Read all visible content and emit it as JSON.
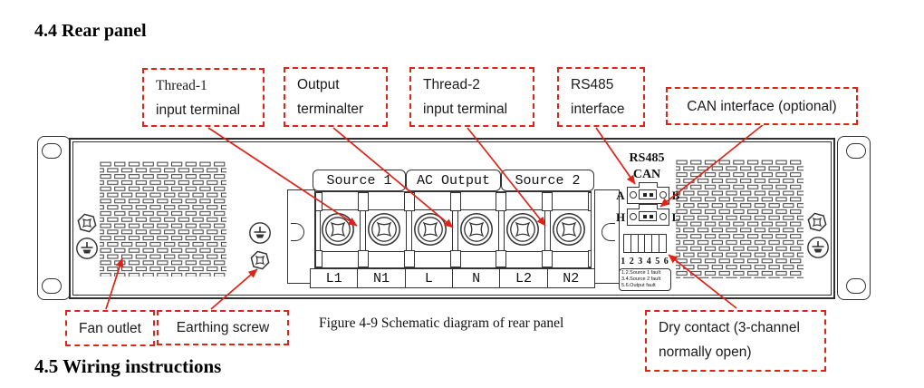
{
  "page": {
    "heading_top": "4.4 Rear panel",
    "heading_bottom": "4.5 Wiring instructions",
    "figure_caption": "Figure 4-9 Schematic diagram of rear panel"
  },
  "callouts": {
    "thread1": {
      "line1": "Thread-1",
      "line2": "input terminal"
    },
    "output": {
      "line1": "Output",
      "line2": "terminalter"
    },
    "thread2": {
      "line1": "Thread-2",
      "line2": "input terminal"
    },
    "rs485": {
      "line1": "RS485",
      "line2": "interface"
    },
    "can": {
      "label": "CAN interface (optional)"
    },
    "fan": {
      "label": "Fan outlet"
    },
    "earthing": {
      "label": "Earthing screw"
    },
    "dry_contact": {
      "line1": "Dry contact (3-channel",
      "line2": "normally open)"
    }
  },
  "panel": {
    "terminal_groups": [
      "Source 1",
      "AC Output",
      "Source 2"
    ],
    "terminal_labels": [
      "L1",
      "N1",
      "L",
      "N",
      "L2",
      "N2"
    ],
    "rs485_label": "RS485",
    "can_label": "CAN",
    "connector_rs485": {
      "left_pin": "A",
      "right_pin": "B"
    },
    "connector_can": {
      "left_pin": "H",
      "right_pin": "L"
    },
    "dry_contact_numbers": "1 2 3 4 5 6",
    "dry_contact_legend": [
      "1.2.Source 1 fault",
      "3.4.Source 2 fault",
      "5.6.Output fault"
    ]
  },
  "colors": {
    "accent_red": "#dd2418",
    "line_dark": "#333333"
  }
}
